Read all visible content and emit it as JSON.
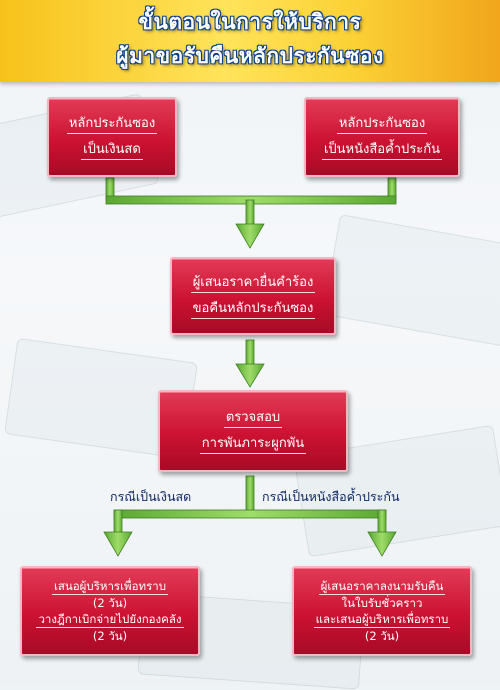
{
  "header": {
    "title_line1": "ขั้นตอนในการให้บริการ",
    "title_line2": "ผู้มาขอรับคืนหลักประกันซอง"
  },
  "boxes": {
    "cash_guarantee": {
      "line1": "หลักประกันซอง",
      "line2": "เป็นเงินสด"
    },
    "letter_guarantee": {
      "line1": "หลักประกันซอง",
      "line2": "เป็นหนังสือค้ำประกัน"
    },
    "submit_request": {
      "line1": "ผู้เสนอราคายื่นคำร้อง",
      "line2": "ขอคืนหลักประกันซอง"
    },
    "verify": {
      "line1": "ตรวจสอบ",
      "line2": "การพันภาระผูกพัน"
    },
    "cash_result": {
      "line1": "เสนอผู้บริหารเพื่อทราบ",
      "line2": "(2 วัน)",
      "line3": "วางฎีกาเบิกจ่ายไปยังกองคลัง",
      "line4": "(2 วัน)"
    },
    "letter_result": {
      "line1": "ผู้เสนอราคาลงนามรับคืน",
      "line2": "ในใบรับชั่วคราว",
      "line3": "และเสนอผู้บริหารเพื่อทราบ",
      "line4": "(2 วัน)"
    }
  },
  "branches": {
    "cash_case": "กรณีเป็นเงินสด",
    "letter_case": "กรณีเป็นหนังสือค้ำประกัน"
  },
  "colors": {
    "header_bg": "#f9cf2c",
    "title_outline": "#0b3f8a",
    "box_red": "#cc1232",
    "arrow_green": "#7cc34a",
    "branch_text": "#122a66"
  }
}
